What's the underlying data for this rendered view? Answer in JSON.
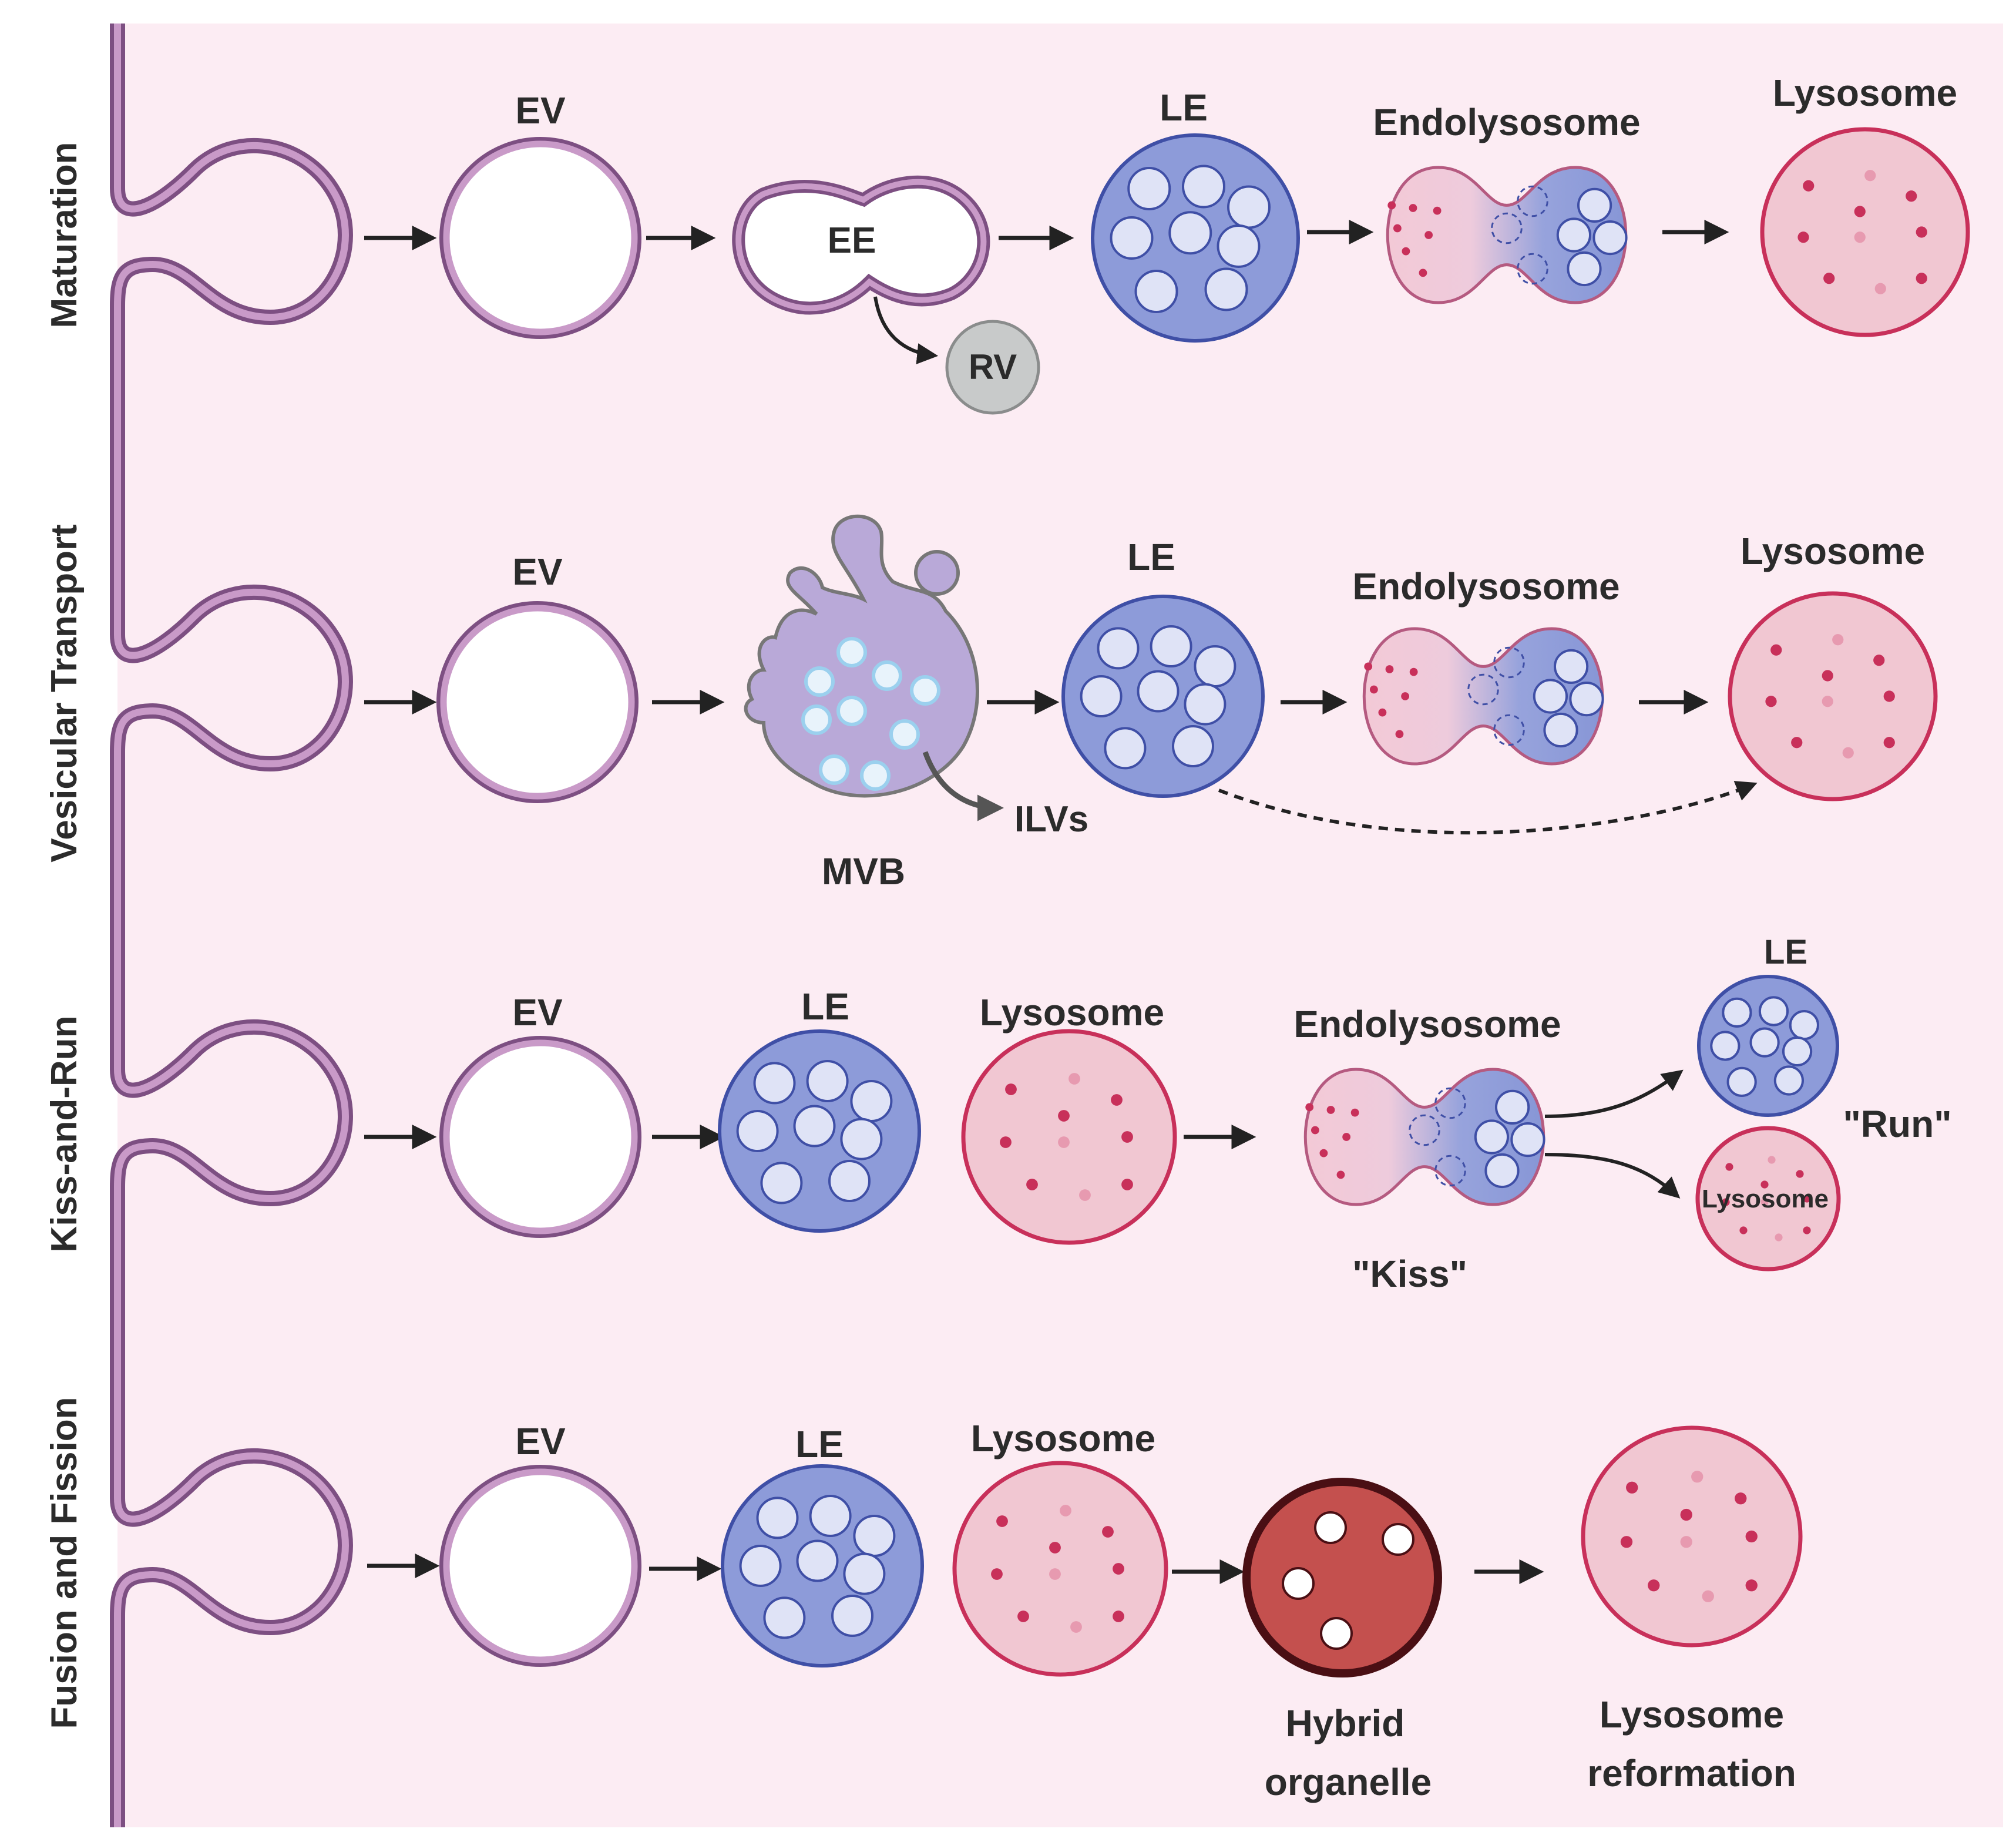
{
  "rows": [
    {
      "title": "Maturation"
    },
    {
      "title": "Vesicular Transport"
    },
    {
      "title": "Kiss-and-Run"
    },
    {
      "title": "Fusion and Fission"
    }
  ],
  "labels": {
    "ev": "EV",
    "ee": "EE",
    "rv": "RV",
    "le": "LE",
    "endolysosome": "Endolysosome",
    "lysosome": "Lysosome",
    "mvb": "MVB",
    "ilvs": "ILVs",
    "kiss": "\"Kiss\"",
    "run": "\"Run\"",
    "hybrid_line1": "Hybrid",
    "hybrid_line2": "organelle",
    "reform_line1": "Lysosome",
    "reform_line2": "reformation"
  },
  "colors": {
    "background": "#fcecf3",
    "membrane": "#b781b6",
    "late_endosome": "#8d9bd9",
    "lysosome": "#f1c7d2",
    "lysosome_border": "#c8305a",
    "hybrid": "#c4504e",
    "mvb": "#b9a9d8",
    "rv": "#c8caca"
  }
}
